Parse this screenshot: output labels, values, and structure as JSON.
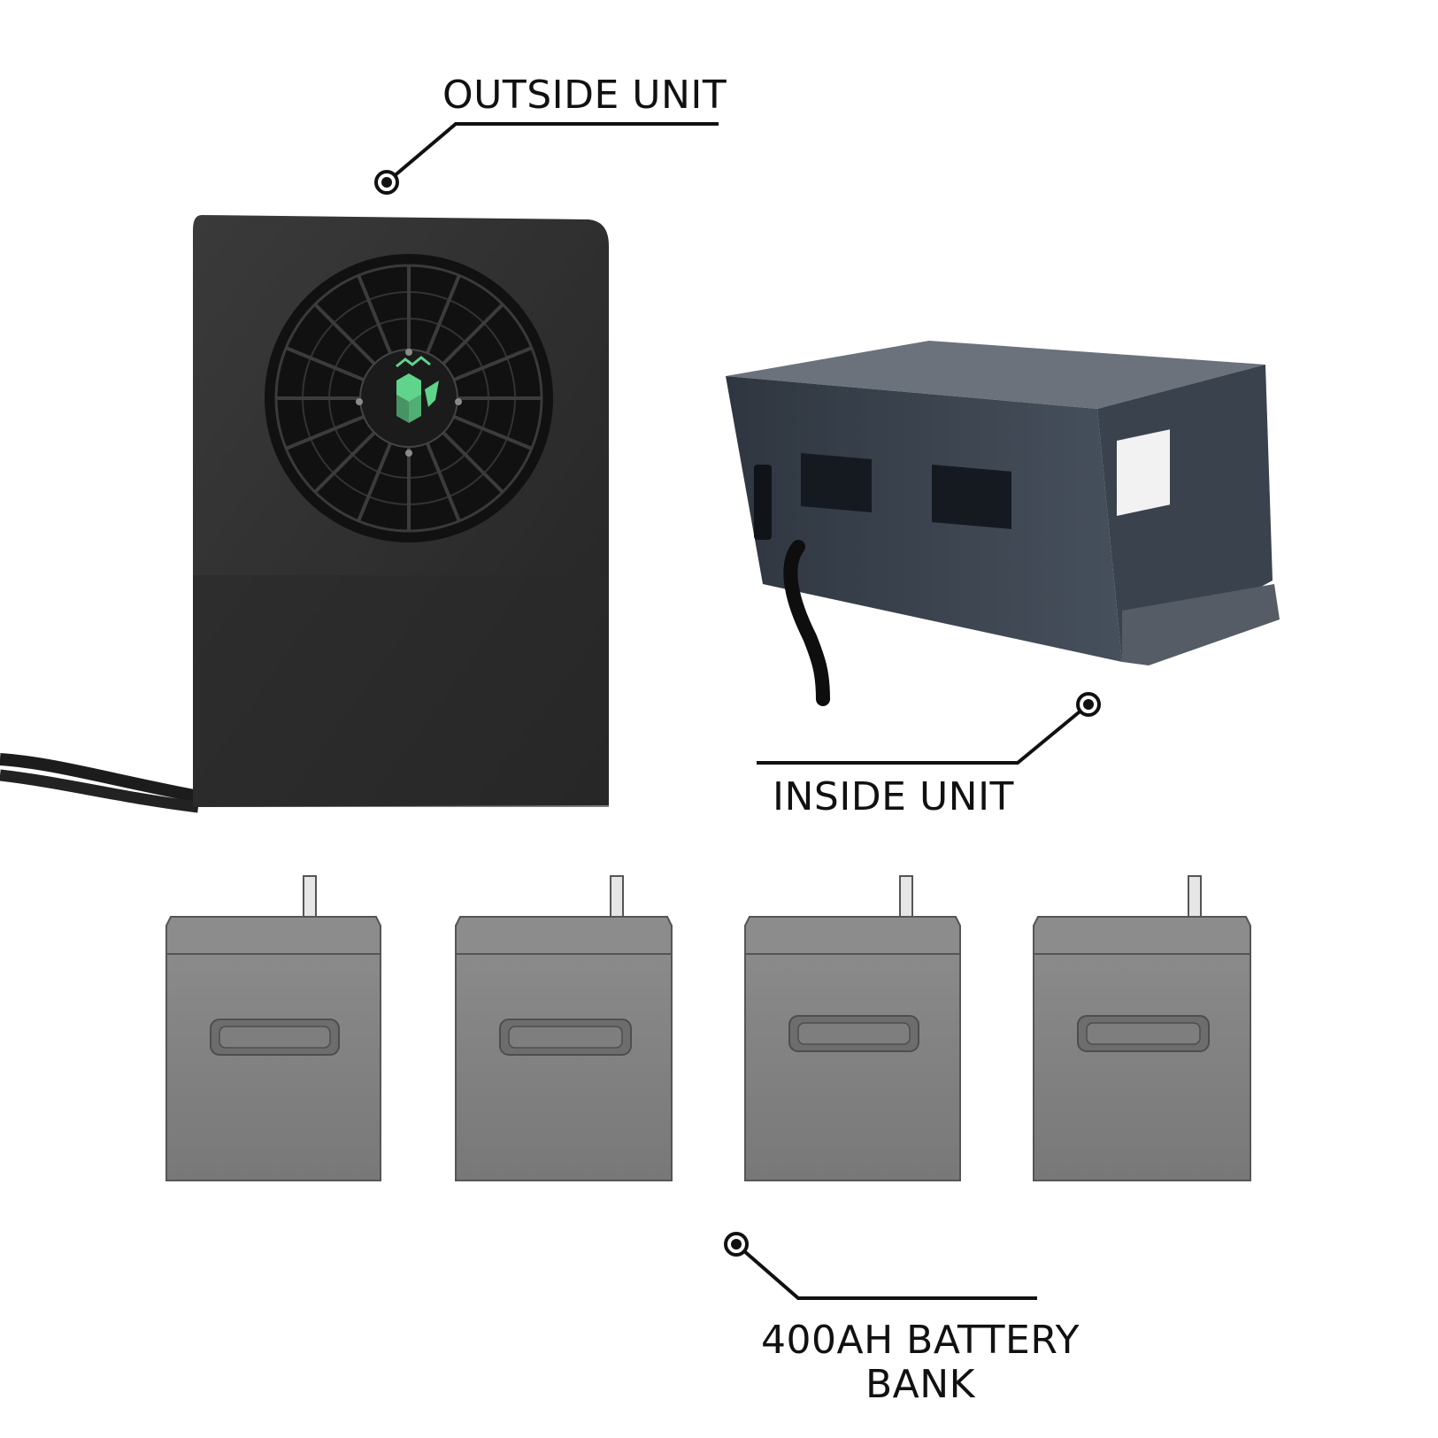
{
  "labels": {
    "outside_unit": "OUTSIDE UNIT",
    "inside_unit": "INSIDE UNIT",
    "battery_line1": "400AH BATTERY",
    "battery_line2": "BANK"
  },
  "colors": {
    "background": "#ffffff",
    "outside_unit_body": "#2c2c2c",
    "inside_unit_body": "#3b4450",
    "battery_body": "#7d7d7d",
    "logo_accent": "#5fd48a",
    "callout_line": "#111111"
  },
  "battery_count": 4
}
